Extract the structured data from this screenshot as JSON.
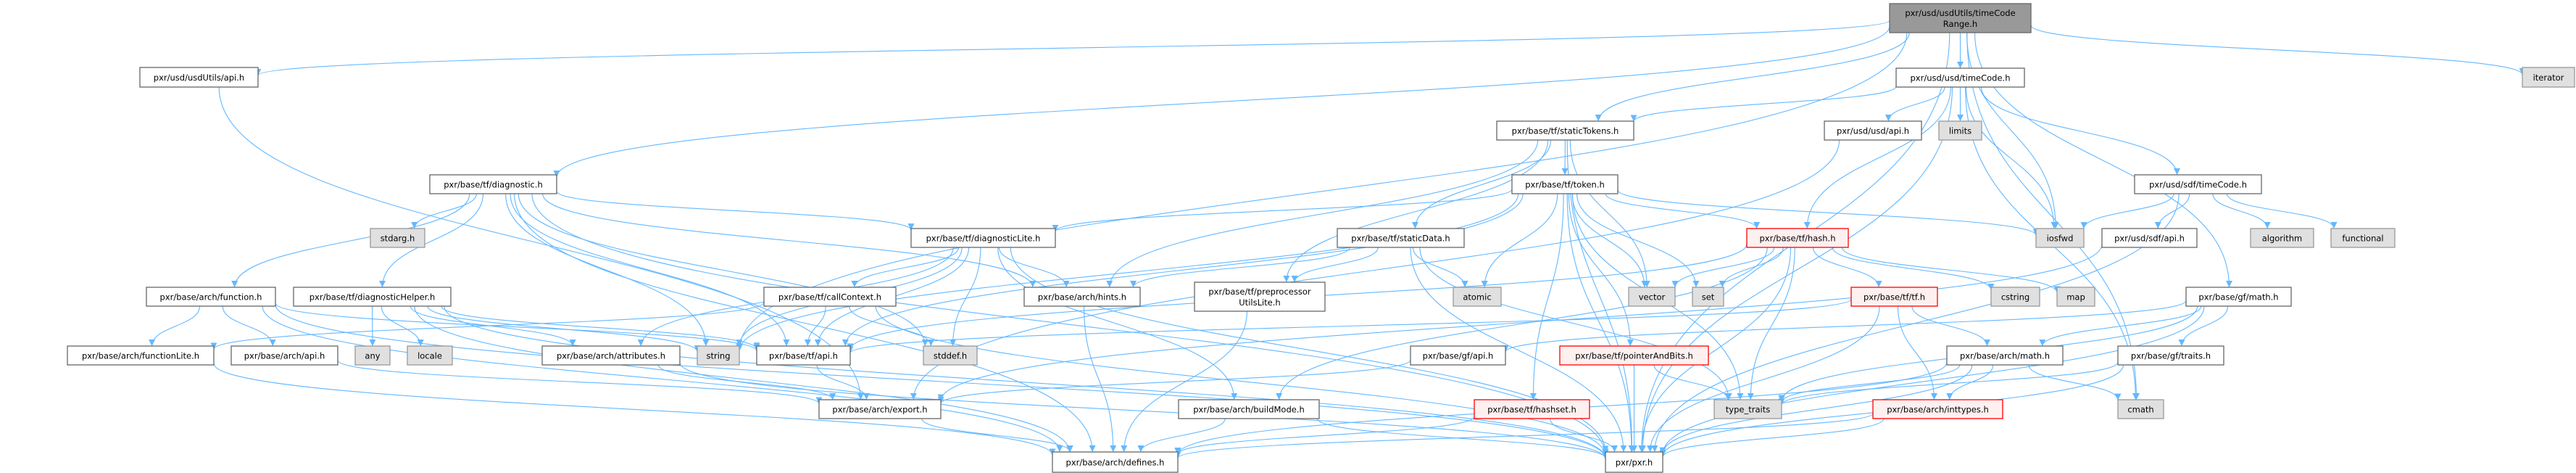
{
  "colors": {
    "edge": "#63b8ff",
    "main_fill": "#999999",
    "system_fill": "#e0e0e0",
    "incomplete_border": "#ff0000"
  },
  "nodes": [
    {
      "id": "root",
      "label": [
        "pxr/usd/usdUtils/timeCode",
        "Range.h"
      ],
      "kind": "main"
    },
    {
      "id": "usdUtilsApi",
      "label": [
        "pxr/usd/usdUtils/api.h"
      ],
      "kind": "file"
    },
    {
      "id": "iterator",
      "label": [
        "iterator"
      ],
      "kind": "system"
    },
    {
      "id": "usdTimeCode",
      "label": [
        "pxr/usd/usd/timeCode.h"
      ],
      "kind": "file"
    },
    {
      "id": "diagnostic",
      "label": [
        "pxr/base/tf/diagnostic.h"
      ],
      "kind": "file"
    },
    {
      "id": "staticTokens",
      "label": [
        "pxr/base/tf/staticTokens.h"
      ],
      "kind": "file"
    },
    {
      "id": "usdApi",
      "label": [
        "pxr/usd/usd/api.h"
      ],
      "kind": "file"
    },
    {
      "id": "limits",
      "label": [
        "limits"
      ],
      "kind": "system"
    },
    {
      "id": "token",
      "label": [
        "pxr/base/tf/token.h"
      ],
      "kind": "file"
    },
    {
      "id": "sdfTimeCode",
      "label": [
        "pxr/usd/sdf/timeCode.h"
      ],
      "kind": "file"
    },
    {
      "id": "stdarg",
      "label": [
        "stdarg.h"
      ],
      "kind": "system"
    },
    {
      "id": "diagnosticLite",
      "label": [
        "pxr/base/tf/diagnosticLite.h"
      ],
      "kind": "file"
    },
    {
      "id": "staticData",
      "label": [
        "pxr/base/tf/staticData.h"
      ],
      "kind": "file"
    },
    {
      "id": "hash",
      "label": [
        "pxr/base/tf/hash.h"
      ],
      "kind": "incomplete"
    },
    {
      "id": "iosfwd",
      "label": [
        "iosfwd"
      ],
      "kind": "system"
    },
    {
      "id": "sdfApi",
      "label": [
        "pxr/usd/sdf/api.h"
      ],
      "kind": "file"
    },
    {
      "id": "algorithm",
      "label": [
        "algorithm"
      ],
      "kind": "system"
    },
    {
      "id": "functional",
      "label": [
        "functional"
      ],
      "kind": "system"
    },
    {
      "id": "function",
      "label": [
        "pxr/base/arch/function.h"
      ],
      "kind": "file"
    },
    {
      "id": "diagnosticHelper",
      "label": [
        "pxr/base/tf/diagnosticHelper.h"
      ],
      "kind": "file"
    },
    {
      "id": "callContext",
      "label": [
        "pxr/base/tf/callContext.h"
      ],
      "kind": "file"
    },
    {
      "id": "hints",
      "label": [
        "pxr/base/arch/hints.h"
      ],
      "kind": "file"
    },
    {
      "id": "preprocessor",
      "label": [
        "pxr/base/tf/preprocessor",
        "UtilsLite.h"
      ],
      "kind": "file"
    },
    {
      "id": "atomic",
      "label": [
        "atomic"
      ],
      "kind": "system"
    },
    {
      "id": "vector",
      "label": [
        "vector"
      ],
      "kind": "system"
    },
    {
      "id": "set",
      "label": [
        "set"
      ],
      "kind": "system"
    },
    {
      "id": "tf",
      "label": [
        "pxr/base/tf/tf.h"
      ],
      "kind": "incomplete"
    },
    {
      "id": "cstring",
      "label": [
        "cstring"
      ],
      "kind": "system"
    },
    {
      "id": "map",
      "label": [
        "map"
      ],
      "kind": "system"
    },
    {
      "id": "gfMath",
      "label": [
        "pxr/base/gf/math.h"
      ],
      "kind": "file"
    },
    {
      "id": "functionLite",
      "label": [
        "pxr/base/arch/functionLite.h"
      ],
      "kind": "file"
    },
    {
      "id": "archApi",
      "label": [
        "pxr/base/arch/api.h"
      ],
      "kind": "file"
    },
    {
      "id": "any",
      "label": [
        "any"
      ],
      "kind": "system"
    },
    {
      "id": "locale",
      "label": [
        "locale"
      ],
      "kind": "system"
    },
    {
      "id": "attributes",
      "label": [
        "pxr/base/arch/attributes.h"
      ],
      "kind": "file"
    },
    {
      "id": "string",
      "label": [
        "string"
      ],
      "kind": "system"
    },
    {
      "id": "tfApi",
      "label": [
        "pxr/base/tf/api.h"
      ],
      "kind": "file"
    },
    {
      "id": "stddef",
      "label": [
        "stddef.h"
      ],
      "kind": "system"
    },
    {
      "id": "gfApi",
      "label": [
        "pxr/base/gf/api.h"
      ],
      "kind": "file"
    },
    {
      "id": "pointerAndBits",
      "label": [
        "pxr/base/tf/pointerAndBits.h"
      ],
      "kind": "incomplete"
    },
    {
      "id": "archMath",
      "label": [
        "pxr/base/arch/math.h"
      ],
      "kind": "file"
    },
    {
      "id": "gfTraits",
      "label": [
        "pxr/base/gf/traits.h"
      ],
      "kind": "file"
    },
    {
      "id": "export",
      "label": [
        "pxr/base/arch/export.h"
      ],
      "kind": "file"
    },
    {
      "id": "buildMode",
      "label": [
        "pxr/base/arch/buildMode.h"
      ],
      "kind": "file"
    },
    {
      "id": "hashset",
      "label": [
        "pxr/base/tf/hashset.h"
      ],
      "kind": "incomplete"
    },
    {
      "id": "typeTraits",
      "label": [
        "type_traits"
      ],
      "kind": "system"
    },
    {
      "id": "inttypes",
      "label": [
        "pxr/base/arch/inttypes.h"
      ],
      "kind": "incomplete"
    },
    {
      "id": "cmath",
      "label": [
        "cmath"
      ],
      "kind": "system"
    },
    {
      "id": "defines",
      "label": [
        "pxr/base/arch/defines.h"
      ],
      "kind": "file"
    },
    {
      "id": "pxr",
      "label": [
        "pxr/pxr.h"
      ],
      "kind": "file"
    }
  ],
  "edges": [
    [
      "root",
      "usdUtilsApi"
    ],
    [
      "root",
      "diagnostic"
    ],
    [
      "root",
      "string"
    ],
    [
      "root",
      "staticTokens"
    ],
    [
      "root",
      "usdTimeCode"
    ],
    [
      "root",
      "iosfwd"
    ],
    [
      "root",
      "iterator"
    ],
    [
      "root",
      "gfMath"
    ],
    [
      "root",
      "pxr"
    ],
    [
      "root",
      "cmath"
    ],
    [
      "usdUtilsApi",
      "export"
    ],
    [
      "diagnostic",
      "stdarg"
    ],
    [
      "diagnostic",
      "function"
    ],
    [
      "diagnostic",
      "diagnosticHelper"
    ],
    [
      "diagnostic",
      "diagnosticLite"
    ],
    [
      "diagnostic",
      "string"
    ],
    [
      "diagnostic",
      "tfApi"
    ],
    [
      "diagnostic",
      "hints"
    ],
    [
      "diagnostic",
      "stddef"
    ],
    [
      "diagnostic",
      "pxr"
    ],
    [
      "diagnostic",
      "defines"
    ],
    [
      "function",
      "functionLite"
    ],
    [
      "function",
      "archApi"
    ],
    [
      "function",
      "tfApi"
    ],
    [
      "function",
      "pxr"
    ],
    [
      "function",
      "defines"
    ],
    [
      "diagnosticHelper",
      "any"
    ],
    [
      "diagnosticHelper",
      "locale"
    ],
    [
      "diagnosticHelper",
      "attributes"
    ],
    [
      "diagnosticHelper",
      "string"
    ],
    [
      "diagnosticHelper",
      "tfApi"
    ],
    [
      "diagnosticHelper",
      "pxr"
    ],
    [
      "diagnosticHelper",
      "defines"
    ],
    [
      "callContext",
      "functionLite"
    ],
    [
      "callContext",
      "tfApi"
    ],
    [
      "callContext",
      "stddef"
    ],
    [
      "callContext",
      "pxr"
    ],
    [
      "functionLite",
      "defines"
    ],
    [
      "archApi",
      "export"
    ],
    [
      "attributes",
      "export"
    ],
    [
      "attributes",
      "pxr"
    ],
    [
      "tfApi",
      "export"
    ],
    [
      "diagnosticLite",
      "callContext"
    ],
    [
      "diagnosticLite",
      "hints"
    ],
    [
      "diagnosticLite",
      "stddef"
    ],
    [
      "diagnosticLite",
      "tfApi"
    ],
    [
      "diagnosticLite",
      "attributes"
    ],
    [
      "diagnosticLite",
      "buildMode"
    ],
    [
      "diagnosticLite",
      "pxr"
    ],
    [
      "diagnosticLite",
      "string"
    ],
    [
      "staticTokens",
      "token"
    ],
    [
      "staticTokens",
      "staticData"
    ],
    [
      "staticTokens",
      "vector"
    ],
    [
      "staticTokens",
      "preprocessor"
    ],
    [
      "staticTokens",
      "hints"
    ],
    [
      "staticTokens",
      "pxr"
    ],
    [
      "token",
      "diagnosticLite"
    ],
    [
      "token",
      "atomic"
    ],
    [
      "token",
      "vector"
    ],
    [
      "token",
      "set"
    ],
    [
      "token",
      "hash"
    ],
    [
      "token",
      "hashset"
    ],
    [
      "token",
      "pointerAndBits"
    ],
    [
      "token",
      "pxr"
    ],
    [
      "token",
      "tfApi"
    ],
    [
      "token",
      "string"
    ],
    [
      "token",
      "iosfwd"
    ],
    [
      "token",
      "typeTraits"
    ],
    [
      "staticData",
      "hints"
    ],
    [
      "staticData",
      "preprocessor"
    ],
    [
      "staticData",
      "atomic"
    ],
    [
      "staticData",
      "pxr"
    ],
    [
      "staticData",
      "typeTraits"
    ],
    [
      "hints",
      "defines"
    ],
    [
      "preprocessor",
      "defines"
    ],
    [
      "export",
      "defines"
    ],
    [
      "buildMode",
      "defines"
    ],
    [
      "buildMode",
      "pxr"
    ],
    [
      "hashset",
      "defines"
    ],
    [
      "hashset",
      "pxr"
    ],
    [
      "pointerAndBits",
      "pxr"
    ],
    [
      "pointerAndBits",
      "typeTraits"
    ],
    [
      "gfApi",
      "export"
    ],
    [
      "hash",
      "vector"
    ],
    [
      "hash",
      "set"
    ],
    [
      "hash",
      "cstring"
    ],
    [
      "hash",
      "map"
    ],
    [
      "hash",
      "tf"
    ],
    [
      "hash",
      "typeTraits"
    ],
    [
      "hash",
      "pxr"
    ],
    [
      "hash",
      "tfApi"
    ],
    [
      "hash",
      "buildMode"
    ],
    [
      "tf",
      "archMath"
    ],
    [
      "tf",
      "inttypes"
    ],
    [
      "tf",
      "pxr"
    ],
    [
      "tf",
      "tfApi"
    ],
    [
      "archMath",
      "cmath"
    ],
    [
      "archMath",
      "inttypes"
    ],
    [
      "archMath",
      "pxr"
    ],
    [
      "archMath",
      "defines"
    ],
    [
      "archMath",
      "typeTraits"
    ],
    [
      "inttypes",
      "defines"
    ],
    [
      "inttypes",
      "pxr"
    ],
    [
      "gfMath",
      "gfApi"
    ],
    [
      "gfMath",
      "archMath"
    ],
    [
      "gfMath",
      "gfTraits"
    ],
    [
      "gfMath",
      "pxr"
    ],
    [
      "gfMath",
      "typeTraits"
    ],
    [
      "gfTraits",
      "typeTraits"
    ],
    [
      "gfTraits",
      "pxr"
    ],
    [
      "usdTimeCode",
      "usdApi"
    ],
    [
      "usdTimeCode",
      "limits"
    ],
    [
      "usdTimeCode",
      "iosfwd"
    ],
    [
      "usdTimeCode",
      "sdfTimeCode"
    ],
    [
      "usdTimeCode",
      "hash"
    ],
    [
      "usdTimeCode",
      "staticTokens"
    ],
    [
      "usdTimeCode",
      "pxr"
    ],
    [
      "usdTimeCode",
      "cmath"
    ],
    [
      "usdApi",
      "export"
    ],
    [
      "sdfApi",
      "export"
    ],
    [
      "sdfTimeCode",
      "iosfwd"
    ],
    [
      "sdfTimeCode",
      "sdfApi"
    ],
    [
      "sdfTimeCode",
      "algorithm"
    ],
    [
      "sdfTimeCode",
      "functional"
    ],
    [
      "sdfTimeCode",
      "pxr"
    ]
  ]
}
